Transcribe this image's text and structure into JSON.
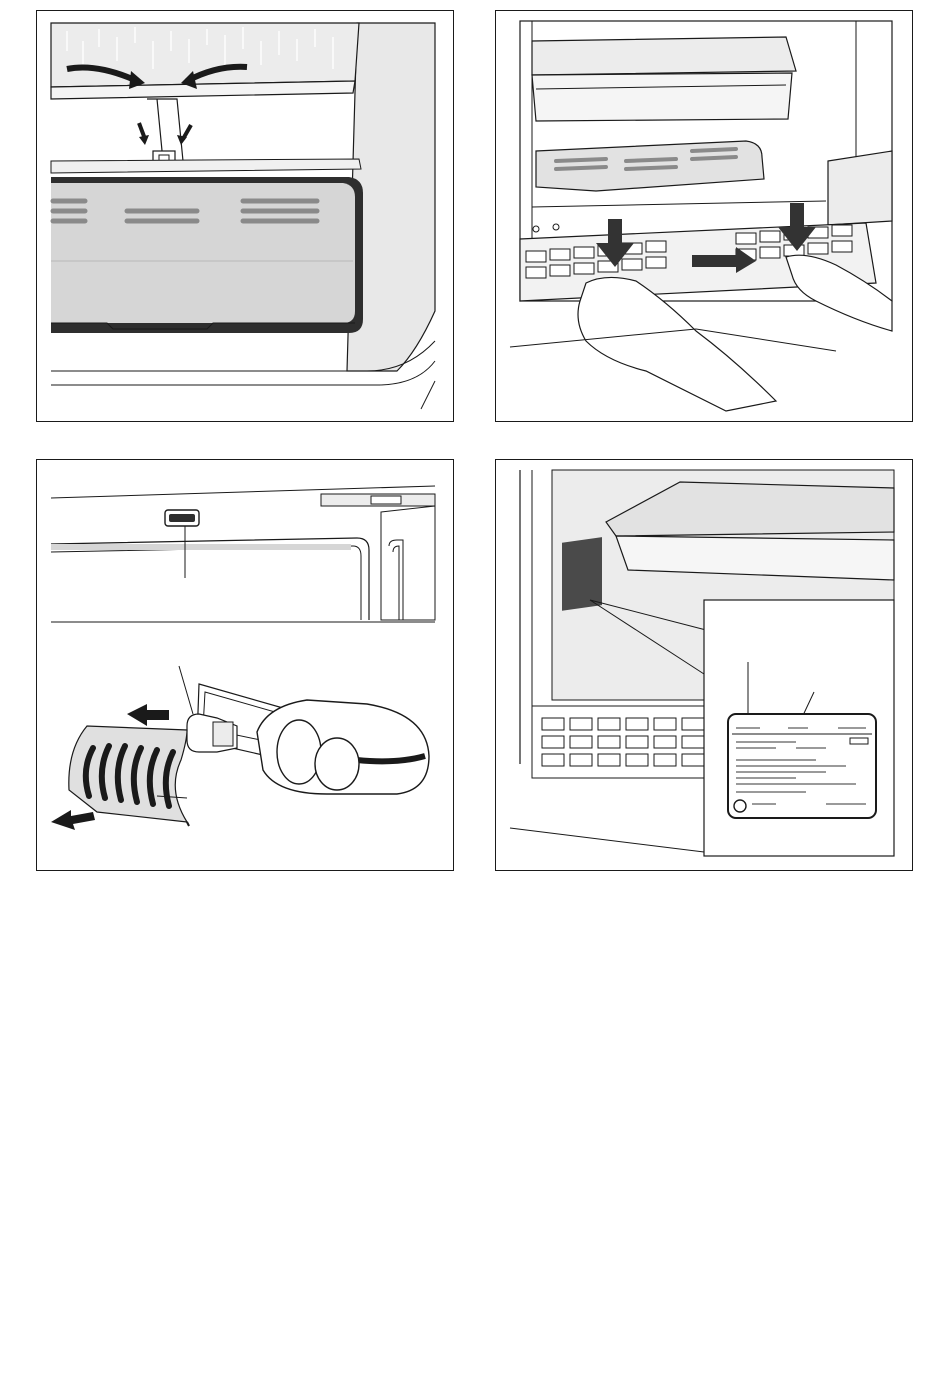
{
  "page": {
    "panels": [
      {
        "id": "p1",
        "subject": "defrost-water-drain-channel"
      },
      {
        "id": "p2",
        "subject": "remove-vent-grille-with-hands"
      },
      {
        "id": "p3",
        "subject": "replace-interior-light-bulb"
      },
      {
        "id": "p4",
        "subject": "rating-plate-location"
      }
    ]
  },
  "colors": {
    "line": "#1a1a1a",
    "light_gray": "#e6e6e6",
    "mid_gray": "#bdbdbd",
    "dark_gray": "#4a4a4a",
    "arrow": "#333333"
  }
}
